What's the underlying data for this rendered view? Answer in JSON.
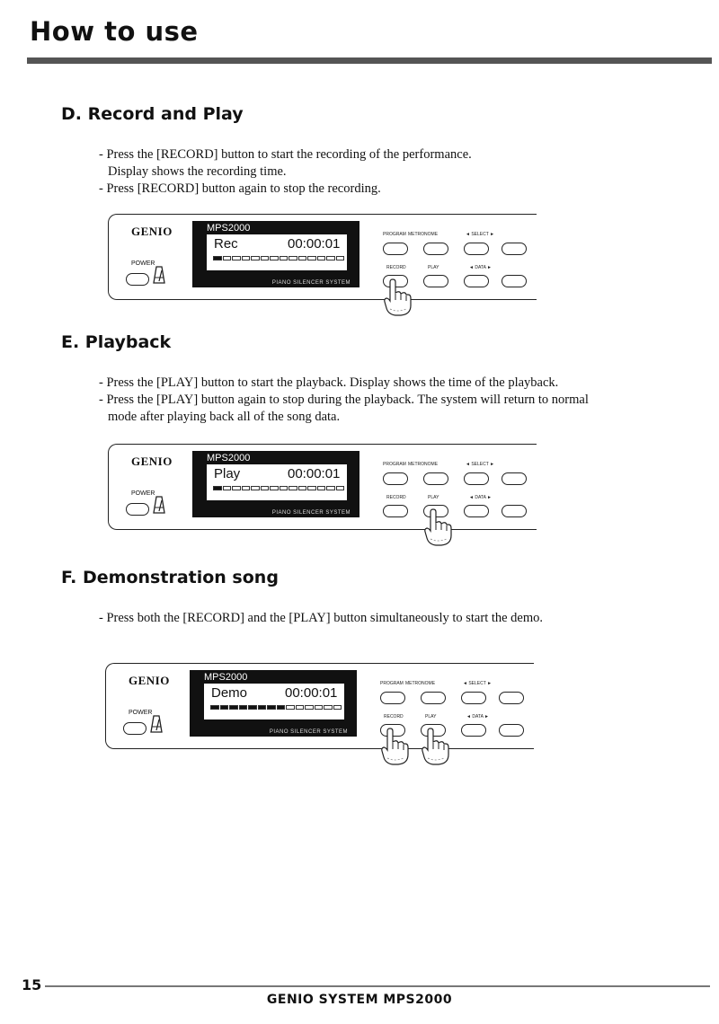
{
  "header": {
    "title": "How to use"
  },
  "sections": {
    "record": {
      "title": "D. Record and Play",
      "lines": [
        "- Press the [RECORD] button to start the recording of the performance.",
        "Display shows the recording time.",
        "- Press [RECORD] button again to stop the recording."
      ]
    },
    "playback": {
      "title": "E. Playback",
      "lines": [
        "- Press the [PLAY] button to start the playback. Display shows the time of the playback.",
        "- Press the [PLAY] button again to stop during the playback. The system will return to normal",
        "mode after playing back all of the song data."
      ]
    },
    "demo": {
      "title": "F. Demonstration song",
      "lines": [
        "- Press both the [RECORD] and the [PLAY] button simultaneously to start the  demo."
      ]
    }
  },
  "panel": {
    "brand": "GENIO",
    "model": "MPS2000",
    "power_label": "POWER",
    "subtitle": "PIANO SILENCER SYSTEM",
    "top_labels": {
      "program": "PROGRAM",
      "metronome": "METRONOME",
      "select": "◄  SELECT  ►"
    },
    "bottom_labels": {
      "record": "RECORD",
      "play": "PLAY",
      "data": "◄  DATA  ►"
    }
  },
  "displays": {
    "rec": {
      "mode": "Rec",
      "time": "00:00:01",
      "segments_on": 1,
      "segments_total": 14
    },
    "play": {
      "mode": "Play",
      "time": "00:00:01",
      "segments_on": 1,
      "segments_total": 14
    },
    "demo": {
      "mode": "Demo",
      "time": "00:00:01",
      "segments_on": 8,
      "segments_total": 14
    }
  },
  "footer": {
    "page_number": "15",
    "title": "GENIO SYSTEM  MPS2000"
  }
}
